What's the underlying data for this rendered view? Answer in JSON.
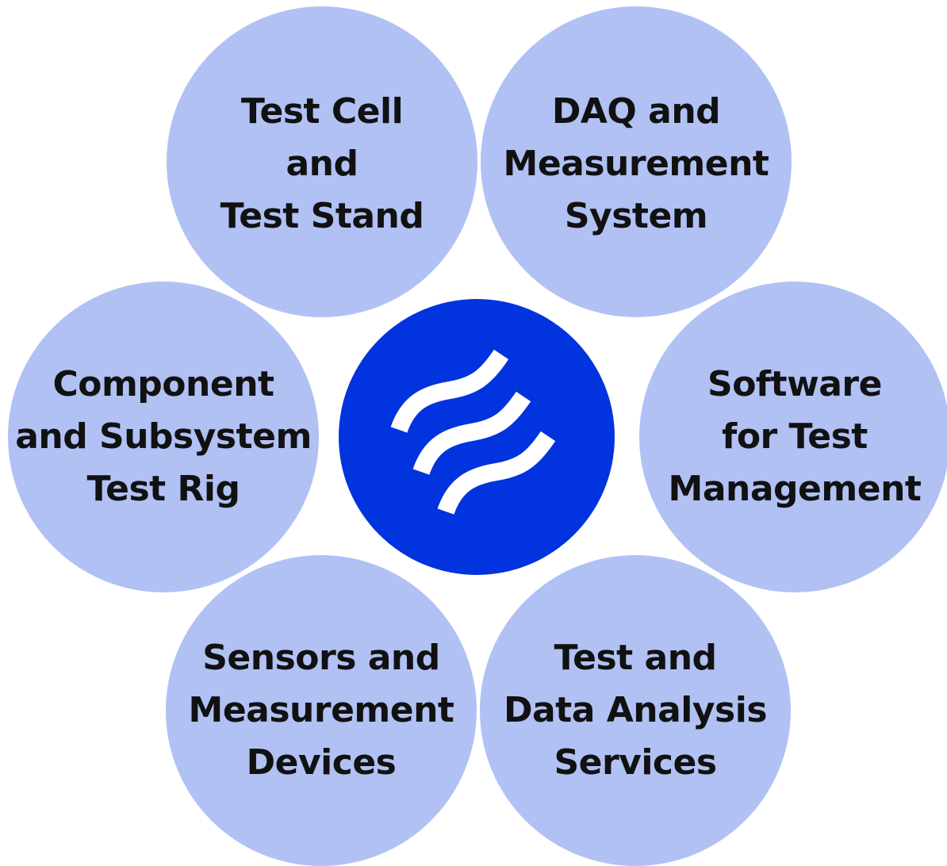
{
  "diagram": {
    "colors": {
      "outer_fill": "#b1c1f4",
      "center_fill": "#0133de",
      "logo_stroke": "#ffffff",
      "text": "#111111"
    },
    "center": {
      "icon": "wave-logo-icon"
    },
    "nodes": [
      {
        "id": "top-left",
        "lines": [
          "Test Cell",
          "and",
          "Test Stand"
        ]
      },
      {
        "id": "top-right",
        "lines": [
          "DAQ and",
          "Measurement",
          "System"
        ]
      },
      {
        "id": "mid-left",
        "lines": [
          "Component",
          "and Subsystem",
          "Test Rig"
        ]
      },
      {
        "id": "mid-right",
        "lines": [
          "Software",
          "for Test",
          "Management"
        ]
      },
      {
        "id": "bot-left",
        "lines": [
          "Sensors and",
          "Measurement",
          "Devices"
        ]
      },
      {
        "id": "bot-right",
        "lines": [
          "Test and",
          "Data Analysis",
          "Services"
        ]
      }
    ]
  }
}
